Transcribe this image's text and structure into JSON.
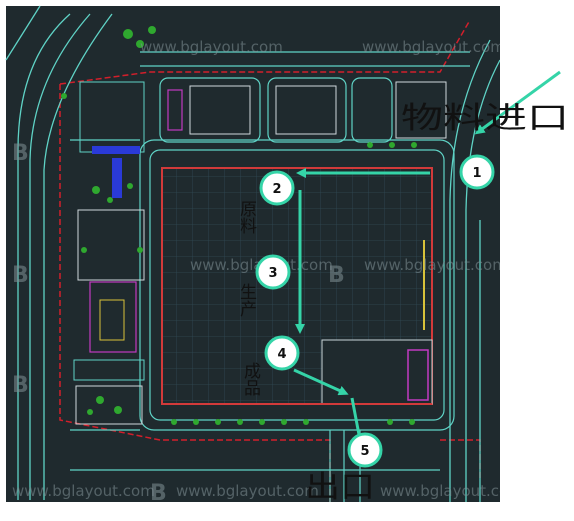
{
  "labels": {
    "entrance": "物料进口",
    "exit": "出口",
    "raw_material": "原料",
    "production": "生产",
    "finished_product": "成品"
  },
  "steps": [
    "1",
    "2",
    "3",
    "4",
    "5"
  ],
  "watermark": "www.bglayout.com",
  "watermark_logo": "B",
  "colors": {
    "background": "#1f2a2e",
    "road_line": "#5fd3c6",
    "boundary": "#d21f2b",
    "flow_arrow": "#35d4a8",
    "grid": "#2f4a55",
    "building_outline": "#d23a3a",
    "greenery": "#2fa82f",
    "yellow_line": "#d8c23a",
    "magenta_outline": "#c23ac2",
    "blue_block": "#2a3ad8"
  }
}
